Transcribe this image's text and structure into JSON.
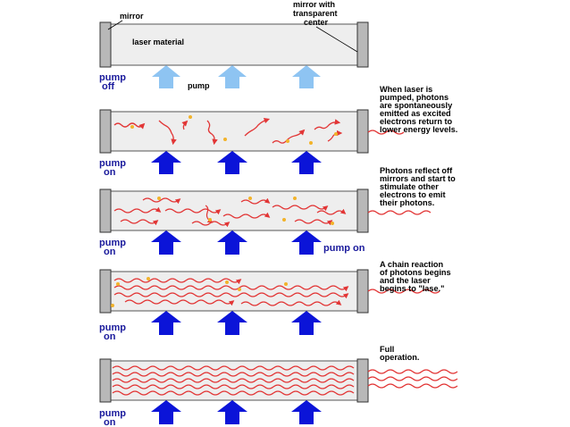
{
  "labels": {
    "mirror": "mirror",
    "mirror_transparent": [
      "mirror with",
      "transparent",
      "center"
    ],
    "laser_material": "laser material",
    "pump": "pump"
  },
  "stages": [
    {
      "pump_state": [
        "pump",
        "off"
      ],
      "description": []
    },
    {
      "pump_state": [
        "pump",
        "on"
      ],
      "description": [
        "When laser is",
        "pumped, photons",
        "are spontaneously",
        "emitted as excited",
        "electrons return to",
        "lower energy levels."
      ]
    },
    {
      "pump_state": [
        "pump",
        "on"
      ],
      "description": [
        "Photons reflect off",
        "mirrors and start to",
        "stimulate other",
        "electrons to emit",
        "their photons."
      ]
    },
    {
      "pump_state": [
        "pump",
        "on"
      ],
      "description": [
        "A chain reaction",
        "of photons begins",
        "and the laser",
        "begins to \"lase.\""
      ]
    },
    {
      "pump_state": [
        "pump",
        "on"
      ],
      "description": [
        "Full",
        "operation."
      ]
    }
  ],
  "side_label": "pump on",
  "colors": {
    "pump_off_arrow": "#8ec4f2",
    "pump_on_arrow": "#0b14d8",
    "photon": "#e23636",
    "atom": "#f2b32a",
    "tube_fill": "#eeeeee",
    "mirror_fill": "#b8b8b8"
  }
}
